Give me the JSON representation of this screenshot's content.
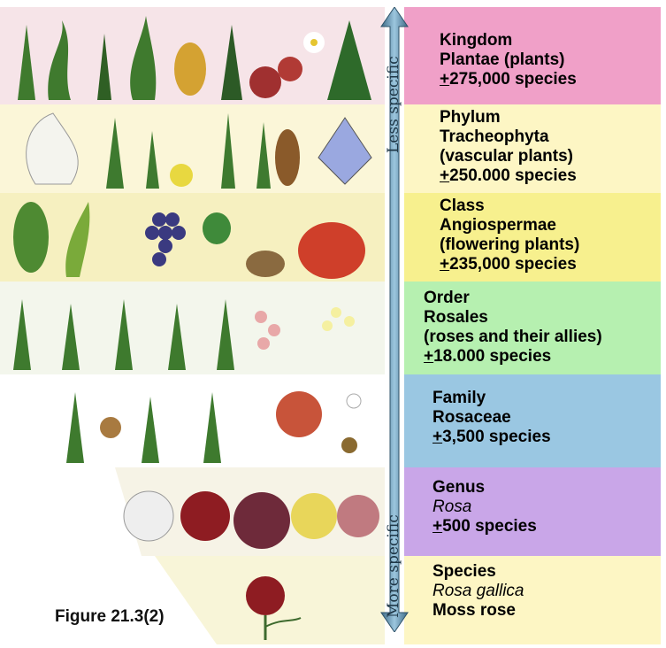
{
  "caption": "Figure 21.3(2)",
  "axis": {
    "top_label": "Less specific",
    "bottom_label": "More specific"
  },
  "levels": [
    {
      "rank": "Kingdom",
      "lines": [
        "Plantae (plants)"
      ],
      "count": "275,000 species",
      "pm": "+",
      "color": "#f0a0c8"
    },
    {
      "rank": "Phylum",
      "lines": [
        "Tracheophyta",
        "(vascular plants)"
      ],
      "count": "250.000 species",
      "pm": "+",
      "color": "#fdf6c4"
    },
    {
      "rank": "Class",
      "lines": [
        "Angiospermae",
        "(flowering plants)"
      ],
      "count": "235,000 species",
      "pm": "+",
      "color": "#f7f08e"
    },
    {
      "rank": "Order",
      "lines": [
        "Rosales",
        "(roses and their allies)"
      ],
      "count": "18.000 species",
      "pm": "+",
      "color": "#b6f0b0"
    },
    {
      "rank": "Family",
      "lines": [
        "Rosaceae"
      ],
      "count": "3,500 species",
      "pm": "+",
      "color": "#9ac7e2"
    },
    {
      "rank": "Genus",
      "lines_italic": [
        "Rosa"
      ],
      "count": "500 species",
      "pm": "+",
      "color": "#c9a6e8"
    },
    {
      "rank": "Species",
      "lines_italic": [
        "Rosa gallica"
      ],
      "common": "Moss rose",
      "color": "#fdf6c4"
    }
  ],
  "colors": {
    "band_kingdom": "#f6e4e8",
    "band_phylum": "#fbf6d8",
    "band_class": "#f6f0c0",
    "band_lower": "#f3f6ec",
    "arrow": "#5c8aa4"
  }
}
